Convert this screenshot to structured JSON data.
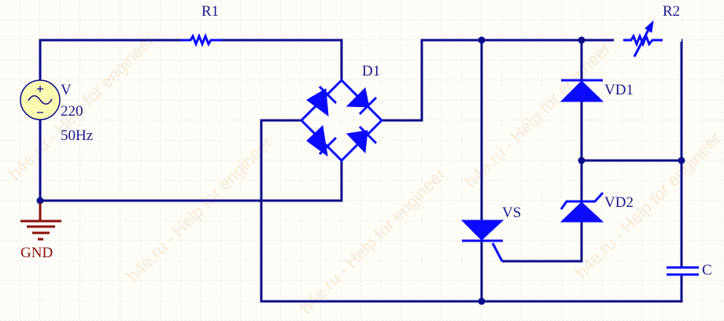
{
  "title": "Schematic",
  "watermark": "h4e.ru - Help for engineer",
  "components": {
    "r1": "R1",
    "r2": "R2",
    "d1": "D1",
    "source_name": "V",
    "source_voltage": "220",
    "source_freq": "50Hz",
    "gnd": "GND",
    "vd1": "VD1",
    "vd2": "VD2",
    "vs": "VS",
    "c": "C"
  },
  "colors": {
    "wire": "#0b0b8c",
    "component": "#0a0aff",
    "ground": "#8b1010",
    "source_fill": "#fafab0",
    "background": "#fdfcf7"
  }
}
